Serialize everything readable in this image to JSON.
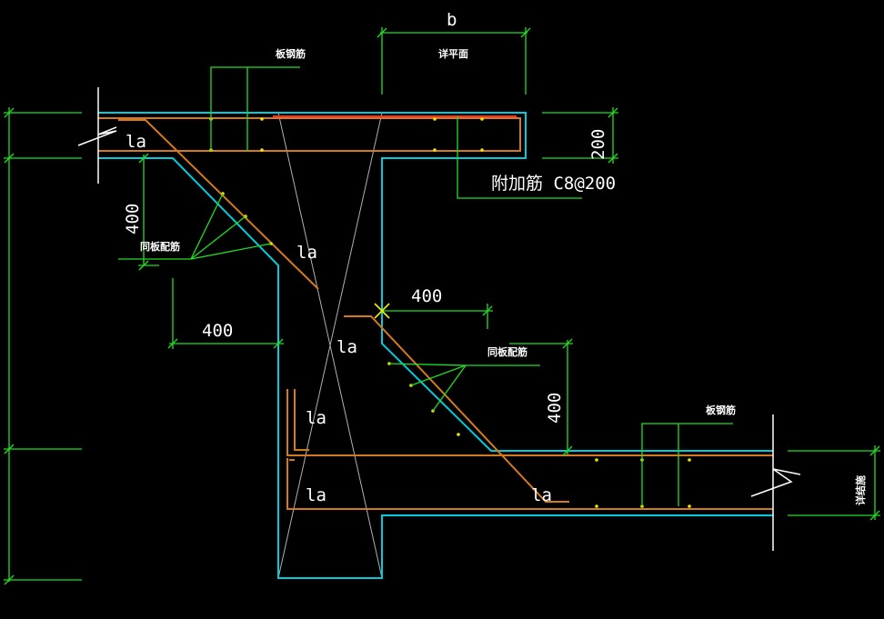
{
  "colors": {
    "background": "#000000",
    "concrete": "#00ccdd",
    "dimension": "#22dd22",
    "rebar": "#d47a1e",
    "text": "#ffffff",
    "crossline": "#b0b0b0",
    "red_bar": "#ff2a2a",
    "point_marker": "#e8e800",
    "break_line": "#ffffff"
  },
  "labels": {
    "b": "b",
    "top_label_left": "板钢筋",
    "top_label_right": "详平面",
    "dim_200": "200",
    "added_bar": "附加筋 C8@200",
    "dim_400_vert_left": "400",
    "same_slab_bar_left": "同板配筋",
    "dim_400_horiz_left": "400",
    "dim_400_horiz_right": "400",
    "same_slab_bar_right": "同板配筋",
    "dim_400_vert_right": "400",
    "lower_slab_label": "板钢筋",
    "right_edge_label": "详结施",
    "la": "la"
  }
}
